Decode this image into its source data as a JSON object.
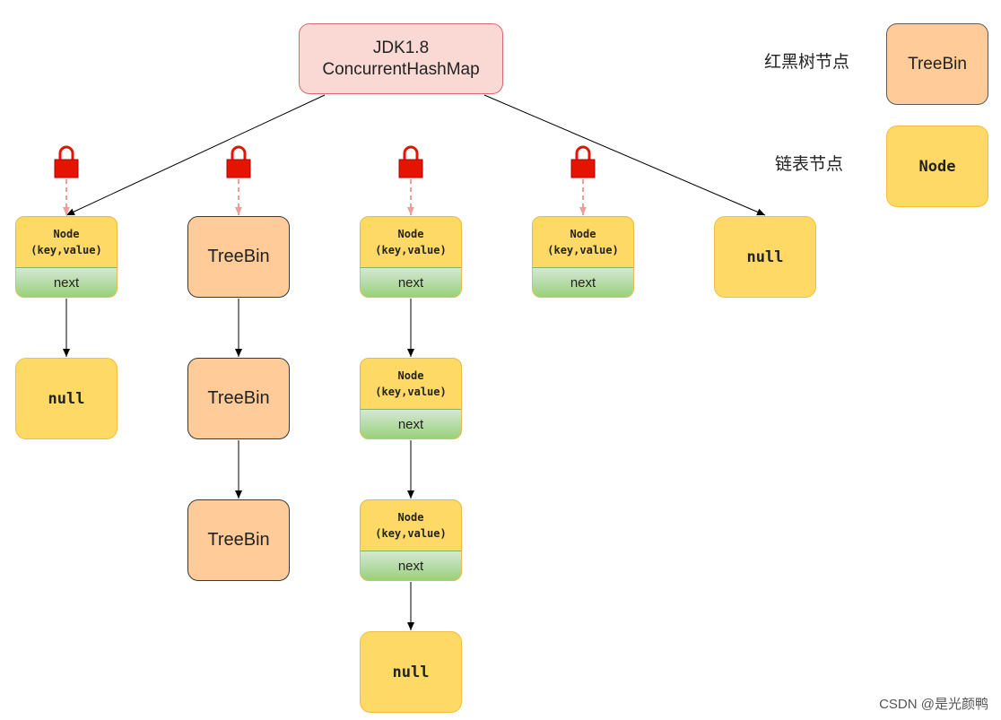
{
  "root": {
    "line1": "JDK1.8",
    "line2": "ConcurrentHashMap"
  },
  "node": {
    "title": "Node",
    "fields": "(key,value)",
    "next": "next"
  },
  "treebin_label": "TreeBin",
  "null_label": "null",
  "legend": {
    "tree_label": "红黑树节点",
    "tree_box": "TreeBin",
    "list_label": "链表节点",
    "list_box": "Node"
  },
  "watermark": "CSDN @是光颜鸭",
  "colors": {
    "root_fill": "#fad9d5",
    "root_border": "#d86a6a",
    "treebin_fill": "#ffcc99",
    "node_fill": "#ffd966",
    "next_fill": "#97d077",
    "lock": "#e51400",
    "lock_arrow": "#f19c99"
  }
}
